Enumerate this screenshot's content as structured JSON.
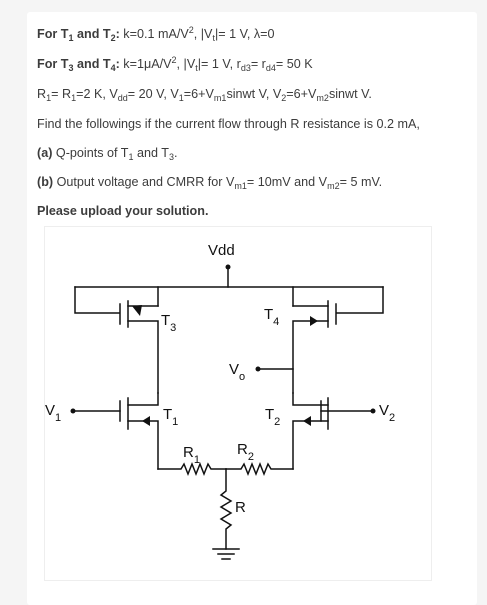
{
  "lines": {
    "l1": {
      "pre": "For T",
      "s1": "1",
      "mid": " and T",
      "s2": "2",
      "colon": ":",
      "rest_a": " k=0.1 mA/V",
      "sup": "2",
      "rest_b": ", |V",
      "s3": "t",
      "rest_c": "|= 1 V, λ=0"
    },
    "l2": {
      "pre": "For T",
      "s1": "3",
      "mid": " and T",
      "s2": "4",
      "colon": ":",
      "rest_a": " k=1μA/V",
      "sup": "2",
      "rest_b": ", |V",
      "s3": "t",
      "rest_c": "|= 1 V, r",
      "s4": "d3",
      "rest_d": "= r",
      "s5": "d4",
      "rest_e": "= 50 K"
    },
    "l3": {
      "a": "R",
      "s1": "1",
      "b": "= R",
      "s2": "1",
      "c": "=2 K, V",
      "s3": "dd",
      "d": "= 20 V, V",
      "s4": "1",
      "e": "=6+V",
      "s5": "m1",
      "f": "sinwt V, V",
      "s6": "2",
      "g": "=6+V",
      "s7": "m2",
      "h": "sinwt V."
    },
    "l4": "Find the followings if the current flow through R resistance is 0.2 mA,",
    "l5": {
      "bold": "(a)",
      "a": " Q-points of T",
      "s1": "1",
      "b": " and T",
      "s2": "3",
      "c": "."
    },
    "l6": {
      "bold": "(b)",
      "a": " Output voltage and CMRR for V",
      "s1": "m1",
      "b": "= 10mV and V",
      "s2": "m2",
      "c": "= 5 mV."
    },
    "l7": "Please upload your solution."
  },
  "circuit": {
    "vdd": "Vdd",
    "t3": "T",
    "t3_sub": "3",
    "t4": "T",
    "t4_sub": "4",
    "vo": "V",
    "vo_sub": "o",
    "v1": "V",
    "v1_sub": "1",
    "v2": "V",
    "v2_sub": "2",
    "t1": "T",
    "t1_sub": "1",
    "t2": "T",
    "t2_sub": "2",
    "r1": "R",
    "r1_sub": "1",
    "r2": "R",
    "r2_sub": "2",
    "r": "R"
  }
}
